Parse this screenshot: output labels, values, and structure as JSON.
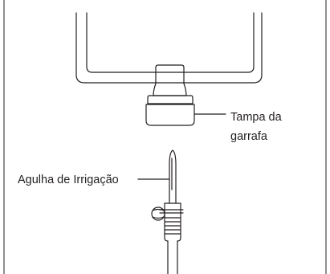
{
  "labels": {
    "cap": [
      "Tampa da",
      "garrafa"
    ],
    "needle": "Agulha de Irrigação"
  }
}
